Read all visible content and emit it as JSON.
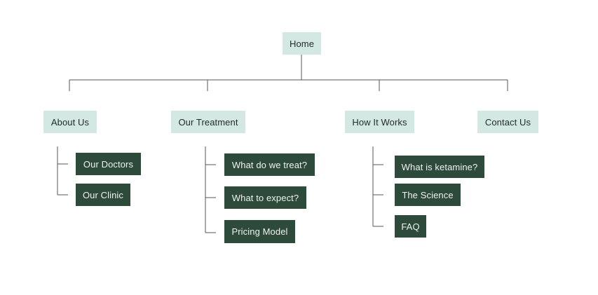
{
  "sitemap": {
    "root": {
      "label": "Home"
    },
    "sections": [
      {
        "label": "About Us",
        "children": [
          "Our Doctors",
          "Our Clinic"
        ]
      },
      {
        "label": "Our Treatment",
        "children": [
          "What do we treat?",
          "What to expect?",
          "Pricing Model"
        ]
      },
      {
        "label": "How It Works",
        "children": [
          "What is ketamine?",
          "The Science",
          "FAQ"
        ]
      },
      {
        "label": "Contact Us",
        "children": []
      }
    ]
  },
  "colors": {
    "primary_fill": "#d3e8e2",
    "sub_fill": "#2e4a3b",
    "connector": "#555555"
  }
}
